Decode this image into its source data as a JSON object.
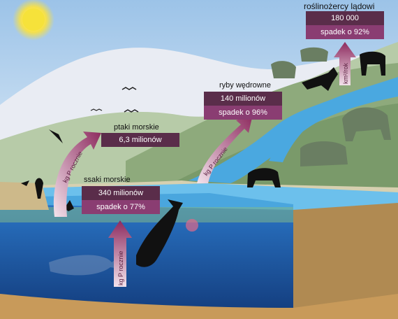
{
  "groups": {
    "herbivores": {
      "title": "roślinożercy lądowi",
      "value": "180 000",
      "decline": "spadek o 92%"
    },
    "fish": {
      "title": "ryby wędrowne",
      "value": "140 milionów",
      "decline": "spadek o 96%"
    },
    "birds": {
      "title": "ptaki morskie",
      "value": "6,3 milionów"
    },
    "mammals": {
      "title": "ssaki morskie",
      "value": "340 milionów",
      "decline": "spadek o 77%"
    }
  },
  "arrows": {
    "vertical_unit": "kg P rocznie",
    "bird_unit": "kg P rocznie",
    "fish_unit": "kg P rocznie",
    "herbivore_unit": "km²/rok"
  },
  "colors": {
    "box_dark": "#5a2d4a",
    "box_light": "#8a3d72",
    "arrow": "#9b3a6a",
    "sea_deep": "#1f4f9e",
    "river": "#4aa8e0",
    "land": "#7f9f6f"
  }
}
